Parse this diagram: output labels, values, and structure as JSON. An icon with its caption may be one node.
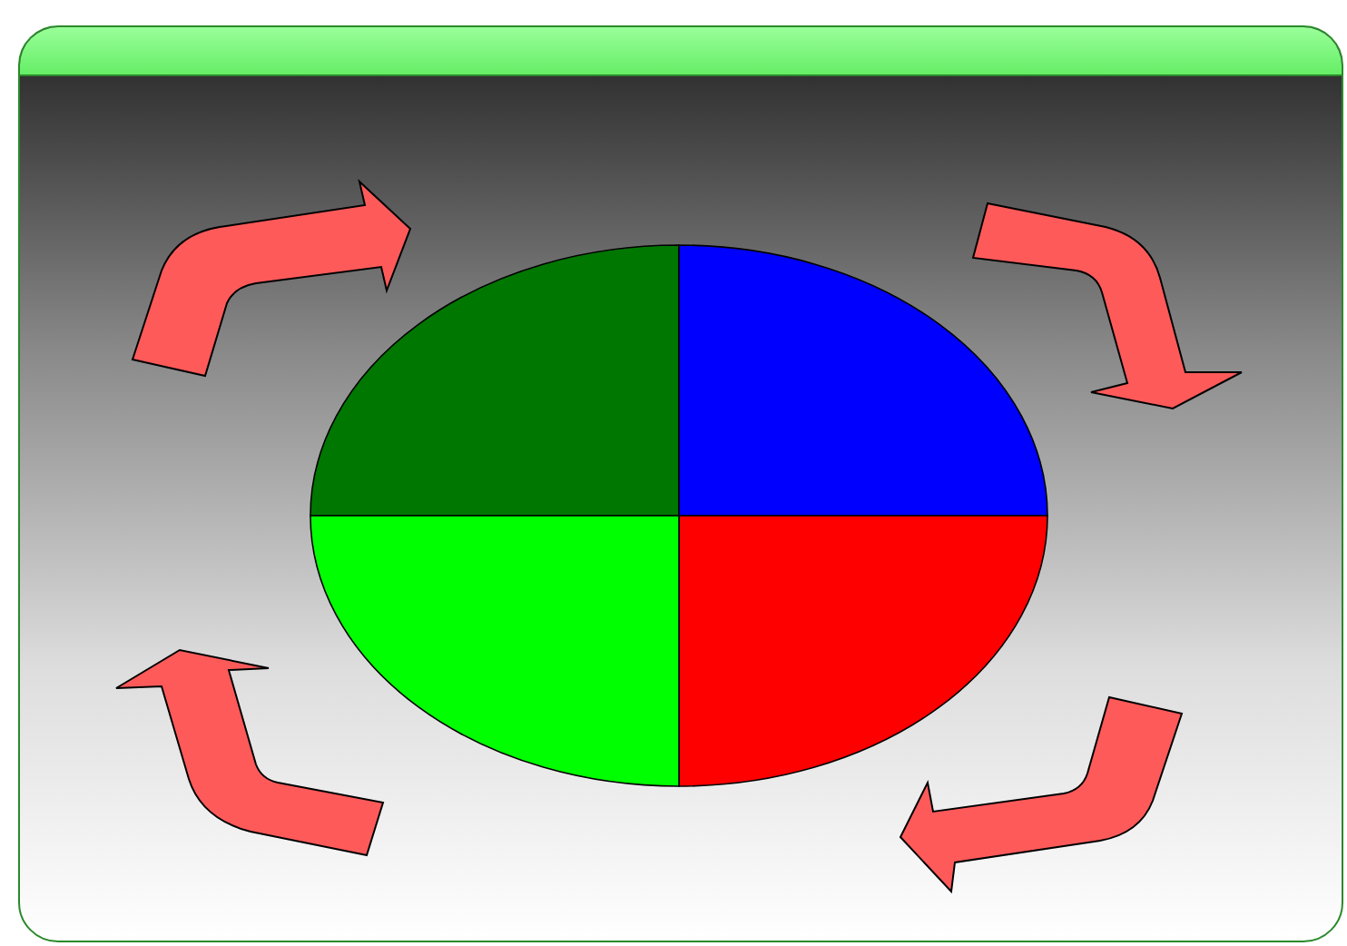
{
  "diagram": {
    "nodes": [
      {
        "text": [],
        "shape": "box"
      },
      {
        "text": [],
        "shape": "wedge",
        "in": 0
      },
      {
        "text": [],
        "shape": "wedge",
        "in": 0
      },
      {
        "text": [],
        "shape": "wedge",
        "in": 0
      },
      {
        "text": [],
        "shape": "wedge",
        "in": 0
      }
    ]
  }
}
